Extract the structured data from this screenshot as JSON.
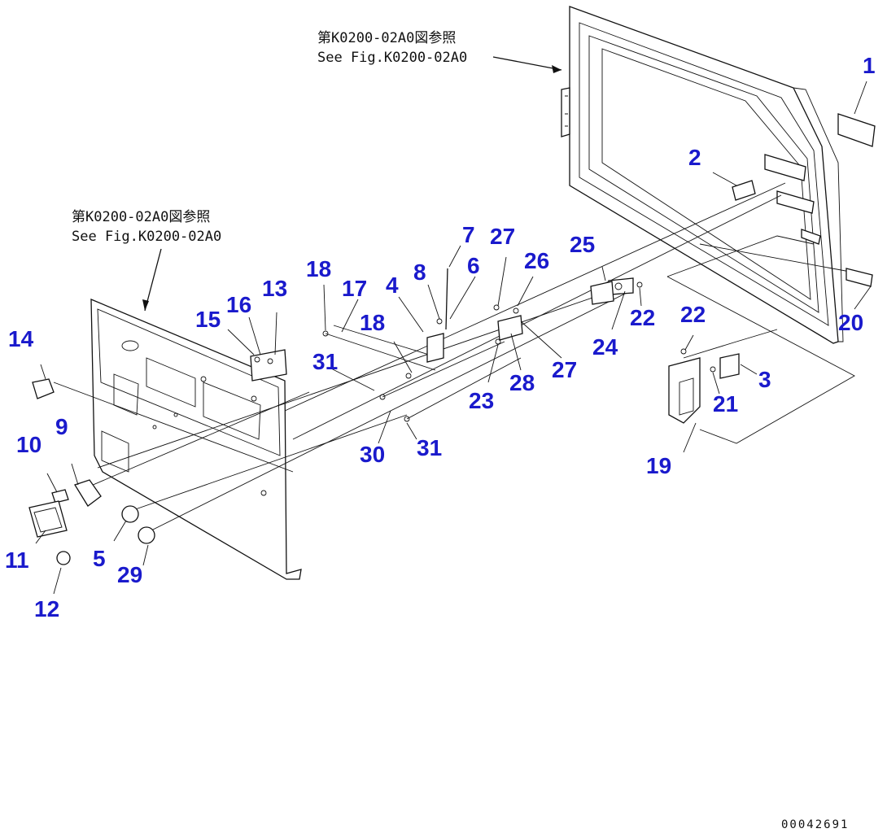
{
  "references": [
    {
      "id": "ref-top",
      "line1": "第K0200-02A0図参照",
      "line2": "See Fig.K0200-02A0"
    },
    {
      "id": "ref-left",
      "line1": "第K0200-02A0図参照",
      "line2": "See Fig.K0200-02A0"
    }
  ],
  "callouts": [
    "1",
    "2",
    "3",
    "4",
    "5",
    "6",
    "7",
    "8",
    "9",
    "10",
    "11",
    "12",
    "13",
    "14",
    "15",
    "16",
    "17",
    "18",
    "18",
    "19",
    "20",
    "21",
    "22",
    "22",
    "23",
    "24",
    "25",
    "26",
    "27",
    "27",
    "28",
    "29",
    "30",
    "31",
    "31"
  ],
  "document_id": "00042691",
  "colors": {
    "callout": "#1a1acc",
    "line": "#111111",
    "background": "#ffffff"
  }
}
